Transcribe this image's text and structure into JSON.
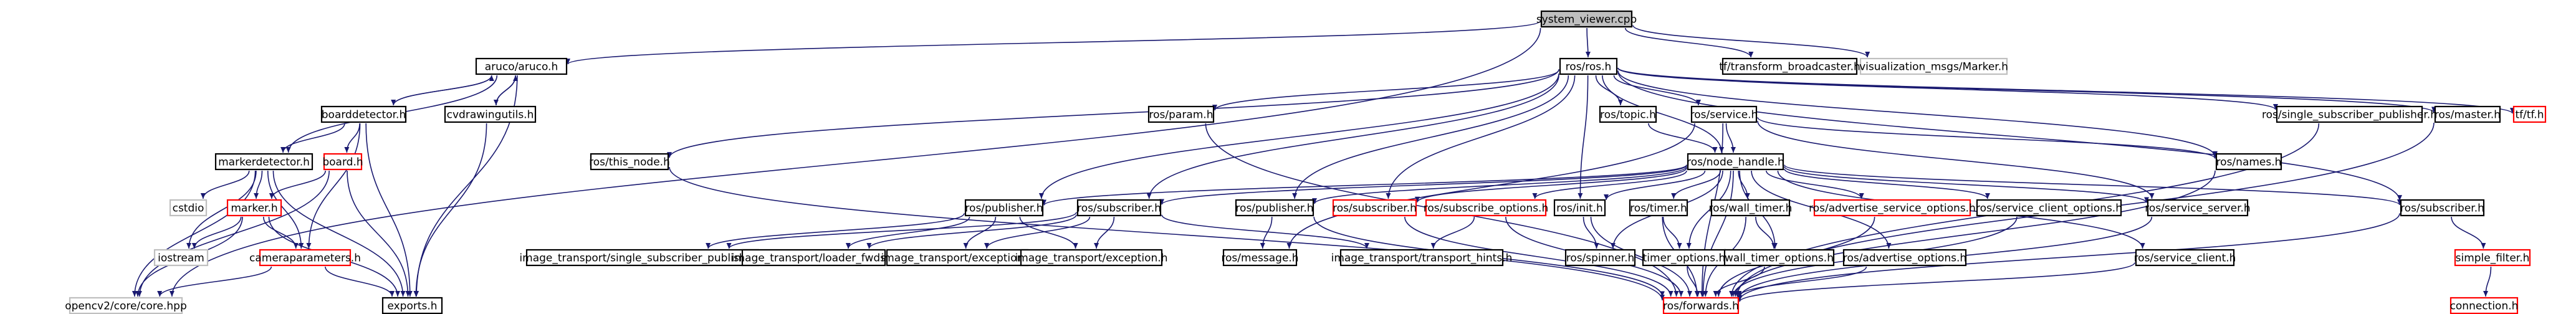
{
  "colors": {
    "edge": "#191970",
    "root_fill": "#bfbfbf",
    "root_stroke": "#000000",
    "normal_stroke": "#000000",
    "missing_stroke": "#ff0000",
    "external_stroke": "#bfbfbf",
    "box_fill": "#ffffff",
    "text": "#000000"
  },
  "nodes": [
    {
      "id": "root",
      "label": "system_viewer.cpp",
      "style": "root"
    },
    {
      "id": "aruco",
      "label": "aruco/aruco.h",
      "style": "normal"
    },
    {
      "id": "rosros",
      "label": "ros/ros.h",
      "style": "normal"
    },
    {
      "id": "tfbroad",
      "label": "tf/transform_broadcaster.h",
      "style": "normal"
    },
    {
      "id": "vizmarker",
      "label": "visualization_msgs/Marker.h",
      "style": "external"
    },
    {
      "id": "boarddet",
      "label": "boarddetector.h",
      "style": "normal"
    },
    {
      "id": "cvdraw",
      "label": "cvdrawingutils.h",
      "style": "normal"
    },
    {
      "id": "tfh",
      "label": "tf/tf.h",
      "style": "missing"
    },
    {
      "id": "markerdet",
      "label": "markerdetector.h",
      "style": "normal"
    },
    {
      "id": "board",
      "label": "board.h",
      "style": "missing"
    },
    {
      "id": "cstdio",
      "label": "cstdio",
      "style": "external"
    },
    {
      "id": "marker",
      "label": "marker.h",
      "style": "missing"
    },
    {
      "id": "iostream",
      "label": "iostream",
      "style": "external"
    },
    {
      "id": "camparams",
      "label": "cameraparameters.h",
      "style": "missing"
    },
    {
      "id": "opencv",
      "label": "opencv2/core/core.hpp",
      "style": "external"
    },
    {
      "id": "exports",
      "label": "exports.h",
      "style": "normal"
    },
    {
      "id": "thisnode",
      "label": "ros/this_node.h",
      "style": "normal"
    },
    {
      "id": "param",
      "label": "ros/param.h",
      "style": "normal"
    },
    {
      "id": "topic",
      "label": "ros/topic.h",
      "style": "normal"
    },
    {
      "id": "service",
      "label": "ros/service.h",
      "style": "normal"
    },
    {
      "id": "names",
      "label": "ros/names.h",
      "style": "normal"
    },
    {
      "id": "singlesubpub",
      "label": "ros/single_subscriber_publisher.h",
      "style": "normal"
    },
    {
      "id": "master",
      "label": "ros/master.h",
      "style": "normal"
    },
    {
      "id": "nodehandle",
      "label": "ros/node_handle.h",
      "style": "normal"
    },
    {
      "id": "pub1",
      "label": "ros/publisher.h",
      "style": "normal"
    },
    {
      "id": "subs1",
      "label": "ros/subscriber.h",
      "style": "normal"
    },
    {
      "id": "pub2",
      "label": "ros/publisher.h",
      "style": "normal"
    },
    {
      "id": "subsred",
      "label": "ros/subscriber.h",
      "style": "missing"
    },
    {
      "id": "subopts",
      "label": "ros/subscribe_options.h",
      "style": "missing"
    },
    {
      "id": "init",
      "label": "ros/init.h",
      "style": "normal"
    },
    {
      "id": "timer",
      "label": "ros/timer.h",
      "style": "normal"
    },
    {
      "id": "walltimer",
      "label": "ros/wall_timer.h",
      "style": "normal"
    },
    {
      "id": "advsrvopts",
      "label": "ros/advertise_service_options.h",
      "style": "missing"
    },
    {
      "id": "srvclientopts",
      "label": "ros/service_client_options.h",
      "style": "normal"
    },
    {
      "id": "srvserver",
      "label": "ros/service_server.h",
      "style": "normal"
    },
    {
      "id": "subs2",
      "label": "ros/subscriber.h",
      "style": "normal"
    },
    {
      "id": "itsingle",
      "label": "image_transport/single_subscriber_publisher.h",
      "style": "normal"
    },
    {
      "id": "itloader",
      "label": "image_transport/loader_fwds.h",
      "style": "normal"
    },
    {
      "id": "itexc1",
      "label": "image_transport/exception.h",
      "style": "normal"
    },
    {
      "id": "itexc2",
      "label": "image_transport/exception.h",
      "style": "normal"
    },
    {
      "id": "message",
      "label": "ros/message.h",
      "style": "normal"
    },
    {
      "id": "hints",
      "label": "image_transport/transport_hints.h",
      "style": "normal"
    },
    {
      "id": "spinner",
      "label": "ros/spinner.h",
      "style": "normal"
    },
    {
      "id": "timeropts",
      "label": "timer_options.h",
      "style": "normal"
    },
    {
      "id": "walltimeropts",
      "label": "wall_timer_options.h",
      "style": "normal"
    },
    {
      "id": "advopts",
      "label": "ros/advertise_options.h",
      "style": "normal"
    },
    {
      "id": "srvclient",
      "label": "ros/service_client.h",
      "style": "normal"
    },
    {
      "id": "simplefilter",
      "label": "simple_filter.h",
      "style": "missing"
    },
    {
      "id": "forwards",
      "label": "ros/forwards.h",
      "style": "missing"
    },
    {
      "id": "connection",
      "label": "connection.h",
      "style": "missing"
    }
  ],
  "edges": [
    [
      "root",
      "aruco"
    ],
    [
      "root",
      "rosros"
    ],
    [
      "root",
      "tfbroad"
    ],
    [
      "root",
      "vizmarker"
    ],
    [
      "root",
      "opencv"
    ],
    [
      "aruco",
      "boarddet"
    ],
    [
      "aruco",
      "cvdraw"
    ],
    [
      "aruco",
      "markerdet"
    ],
    [
      "aruco",
      "exports"
    ],
    [
      "boarddet",
      "markerdet"
    ],
    [
      "boarddet",
      "board"
    ],
    [
      "boarddet",
      "camparams"
    ],
    [
      "boarddet",
      "exports"
    ],
    [
      "boarddet",
      "aruco"
    ],
    [
      "cvdraw",
      "aruco"
    ],
    [
      "cvdraw",
      "exports"
    ],
    [
      "markerdet",
      "cstdio"
    ],
    [
      "markerdet",
      "marker"
    ],
    [
      "markerdet",
      "iostream"
    ],
    [
      "markerdet",
      "camparams"
    ],
    [
      "markerdet",
      "opencv"
    ],
    [
      "markerdet",
      "exports"
    ],
    [
      "board",
      "marker"
    ],
    [
      "board",
      "opencv"
    ],
    [
      "board",
      "exports"
    ],
    [
      "marker",
      "iostream"
    ],
    [
      "marker",
      "camparams"
    ],
    [
      "marker",
      "opencv"
    ],
    [
      "marker",
      "exports"
    ],
    [
      "camparams",
      "opencv"
    ],
    [
      "camparams",
      "exports"
    ],
    [
      "rosros",
      "thisnode"
    ],
    [
      "rosros",
      "param"
    ],
    [
      "rosros",
      "topic"
    ],
    [
      "rosros",
      "service"
    ],
    [
      "rosros",
      "names"
    ],
    [
      "rosros",
      "singlesubpub"
    ],
    [
      "rosros",
      "master"
    ],
    [
      "rosros",
      "nodehandle"
    ],
    [
      "rosros",
      "pub1"
    ],
    [
      "rosros",
      "subs1"
    ],
    [
      "rosros",
      "pub2"
    ],
    [
      "rosros",
      "subsred"
    ],
    [
      "rosros",
      "init"
    ],
    [
      "rosros",
      "subs2"
    ],
    [
      "rosros",
      "tfh"
    ],
    [
      "thisnode",
      "forwards"
    ],
    [
      "param",
      "forwards"
    ],
    [
      "topic",
      "nodehandle"
    ],
    [
      "service",
      "nodehandle"
    ],
    [
      "service",
      "names"
    ],
    [
      "service",
      "srvserver"
    ],
    [
      "service",
      "forwards"
    ],
    [
      "service",
      "message"
    ],
    [
      "names",
      "forwards"
    ],
    [
      "singlesubpub",
      "forwards"
    ],
    [
      "master",
      "forwards"
    ],
    [
      "nodehandle",
      "pub1"
    ],
    [
      "nodehandle",
      "subs1"
    ],
    [
      "nodehandle",
      "pub2"
    ],
    [
      "nodehandle",
      "subsred"
    ],
    [
      "nodehandle",
      "subopts"
    ],
    [
      "nodehandle",
      "init"
    ],
    [
      "nodehandle",
      "timer"
    ],
    [
      "nodehandle",
      "walltimer"
    ],
    [
      "nodehandle",
      "advsrvopts"
    ],
    [
      "nodehandle",
      "srvclientopts"
    ],
    [
      "nodehandle",
      "srvserver"
    ],
    [
      "nodehandle",
      "subs2"
    ],
    [
      "nodehandle",
      "spinner"
    ],
    [
      "nodehandle",
      "timeropts"
    ],
    [
      "nodehandle",
      "walltimeropts"
    ],
    [
      "nodehandle",
      "advopts"
    ],
    [
      "nodehandle",
      "srvclient"
    ],
    [
      "nodehandle",
      "forwards"
    ],
    [
      "pub1",
      "itsingle"
    ],
    [
      "pub1",
      "itloader"
    ],
    [
      "pub1",
      "itexc1"
    ],
    [
      "pub1",
      "itexc2"
    ],
    [
      "subs1",
      "itsingle"
    ],
    [
      "subs1",
      "itloader"
    ],
    [
      "subs1",
      "itexc1"
    ],
    [
      "subs1",
      "itexc2"
    ],
    [
      "subs1",
      "hints"
    ],
    [
      "pub2",
      "message"
    ],
    [
      "pub2",
      "forwards"
    ],
    [
      "subsred",
      "forwards"
    ],
    [
      "subopts",
      "hints"
    ],
    [
      "subopts",
      "forwards"
    ],
    [
      "init",
      "spinner"
    ],
    [
      "init",
      "forwards"
    ],
    [
      "timer",
      "timeropts"
    ],
    [
      "timer",
      "forwards"
    ],
    [
      "walltimer",
      "walltimeropts"
    ],
    [
      "walltimer",
      "forwards"
    ],
    [
      "advsrvopts",
      "forwards"
    ],
    [
      "srvclientopts",
      "forwards"
    ],
    [
      "srvserver",
      "forwards"
    ],
    [
      "subs2",
      "simplefilter"
    ],
    [
      "subs2",
      "forwards"
    ],
    [
      "simplefilter",
      "connection"
    ],
    [
      "timeropts",
      "forwards"
    ],
    [
      "walltimeropts",
      "forwards"
    ],
    [
      "advopts",
      "forwards"
    ],
    [
      "srvclient",
      "forwards"
    ]
  ]
}
